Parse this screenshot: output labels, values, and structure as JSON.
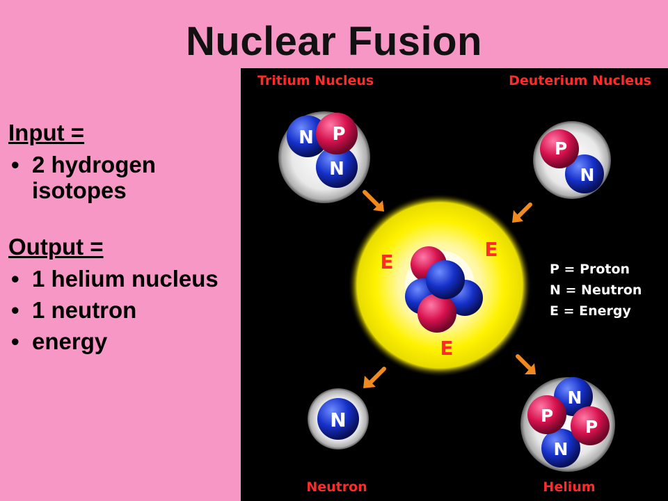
{
  "title": "Nuclear Fusion",
  "left": {
    "input_header": "Input =",
    "input_items": [
      "2 hydrogen isotopes"
    ],
    "output_header": "Output =",
    "output_items": [
      "1 helium nucleus",
      "1 neutron",
      "energy"
    ]
  },
  "diagram": {
    "labels": {
      "tritium": "Tritium Nucleus",
      "deuterium": "Deuterium Nucleus",
      "neutron": "Neutron",
      "helium": "Helium"
    },
    "particle_letters": {
      "proton": "P",
      "neutron": "N",
      "energy": "E"
    },
    "legend": [
      "P = Proton",
      "N = Neutron",
      "E = Energy"
    ],
    "colors": {
      "label_red": "#ff2a2a",
      "proton": "#d6124e",
      "neutron": "#1530c8",
      "arrow": "#f08a1e",
      "glow": "#fff200"
    }
  }
}
